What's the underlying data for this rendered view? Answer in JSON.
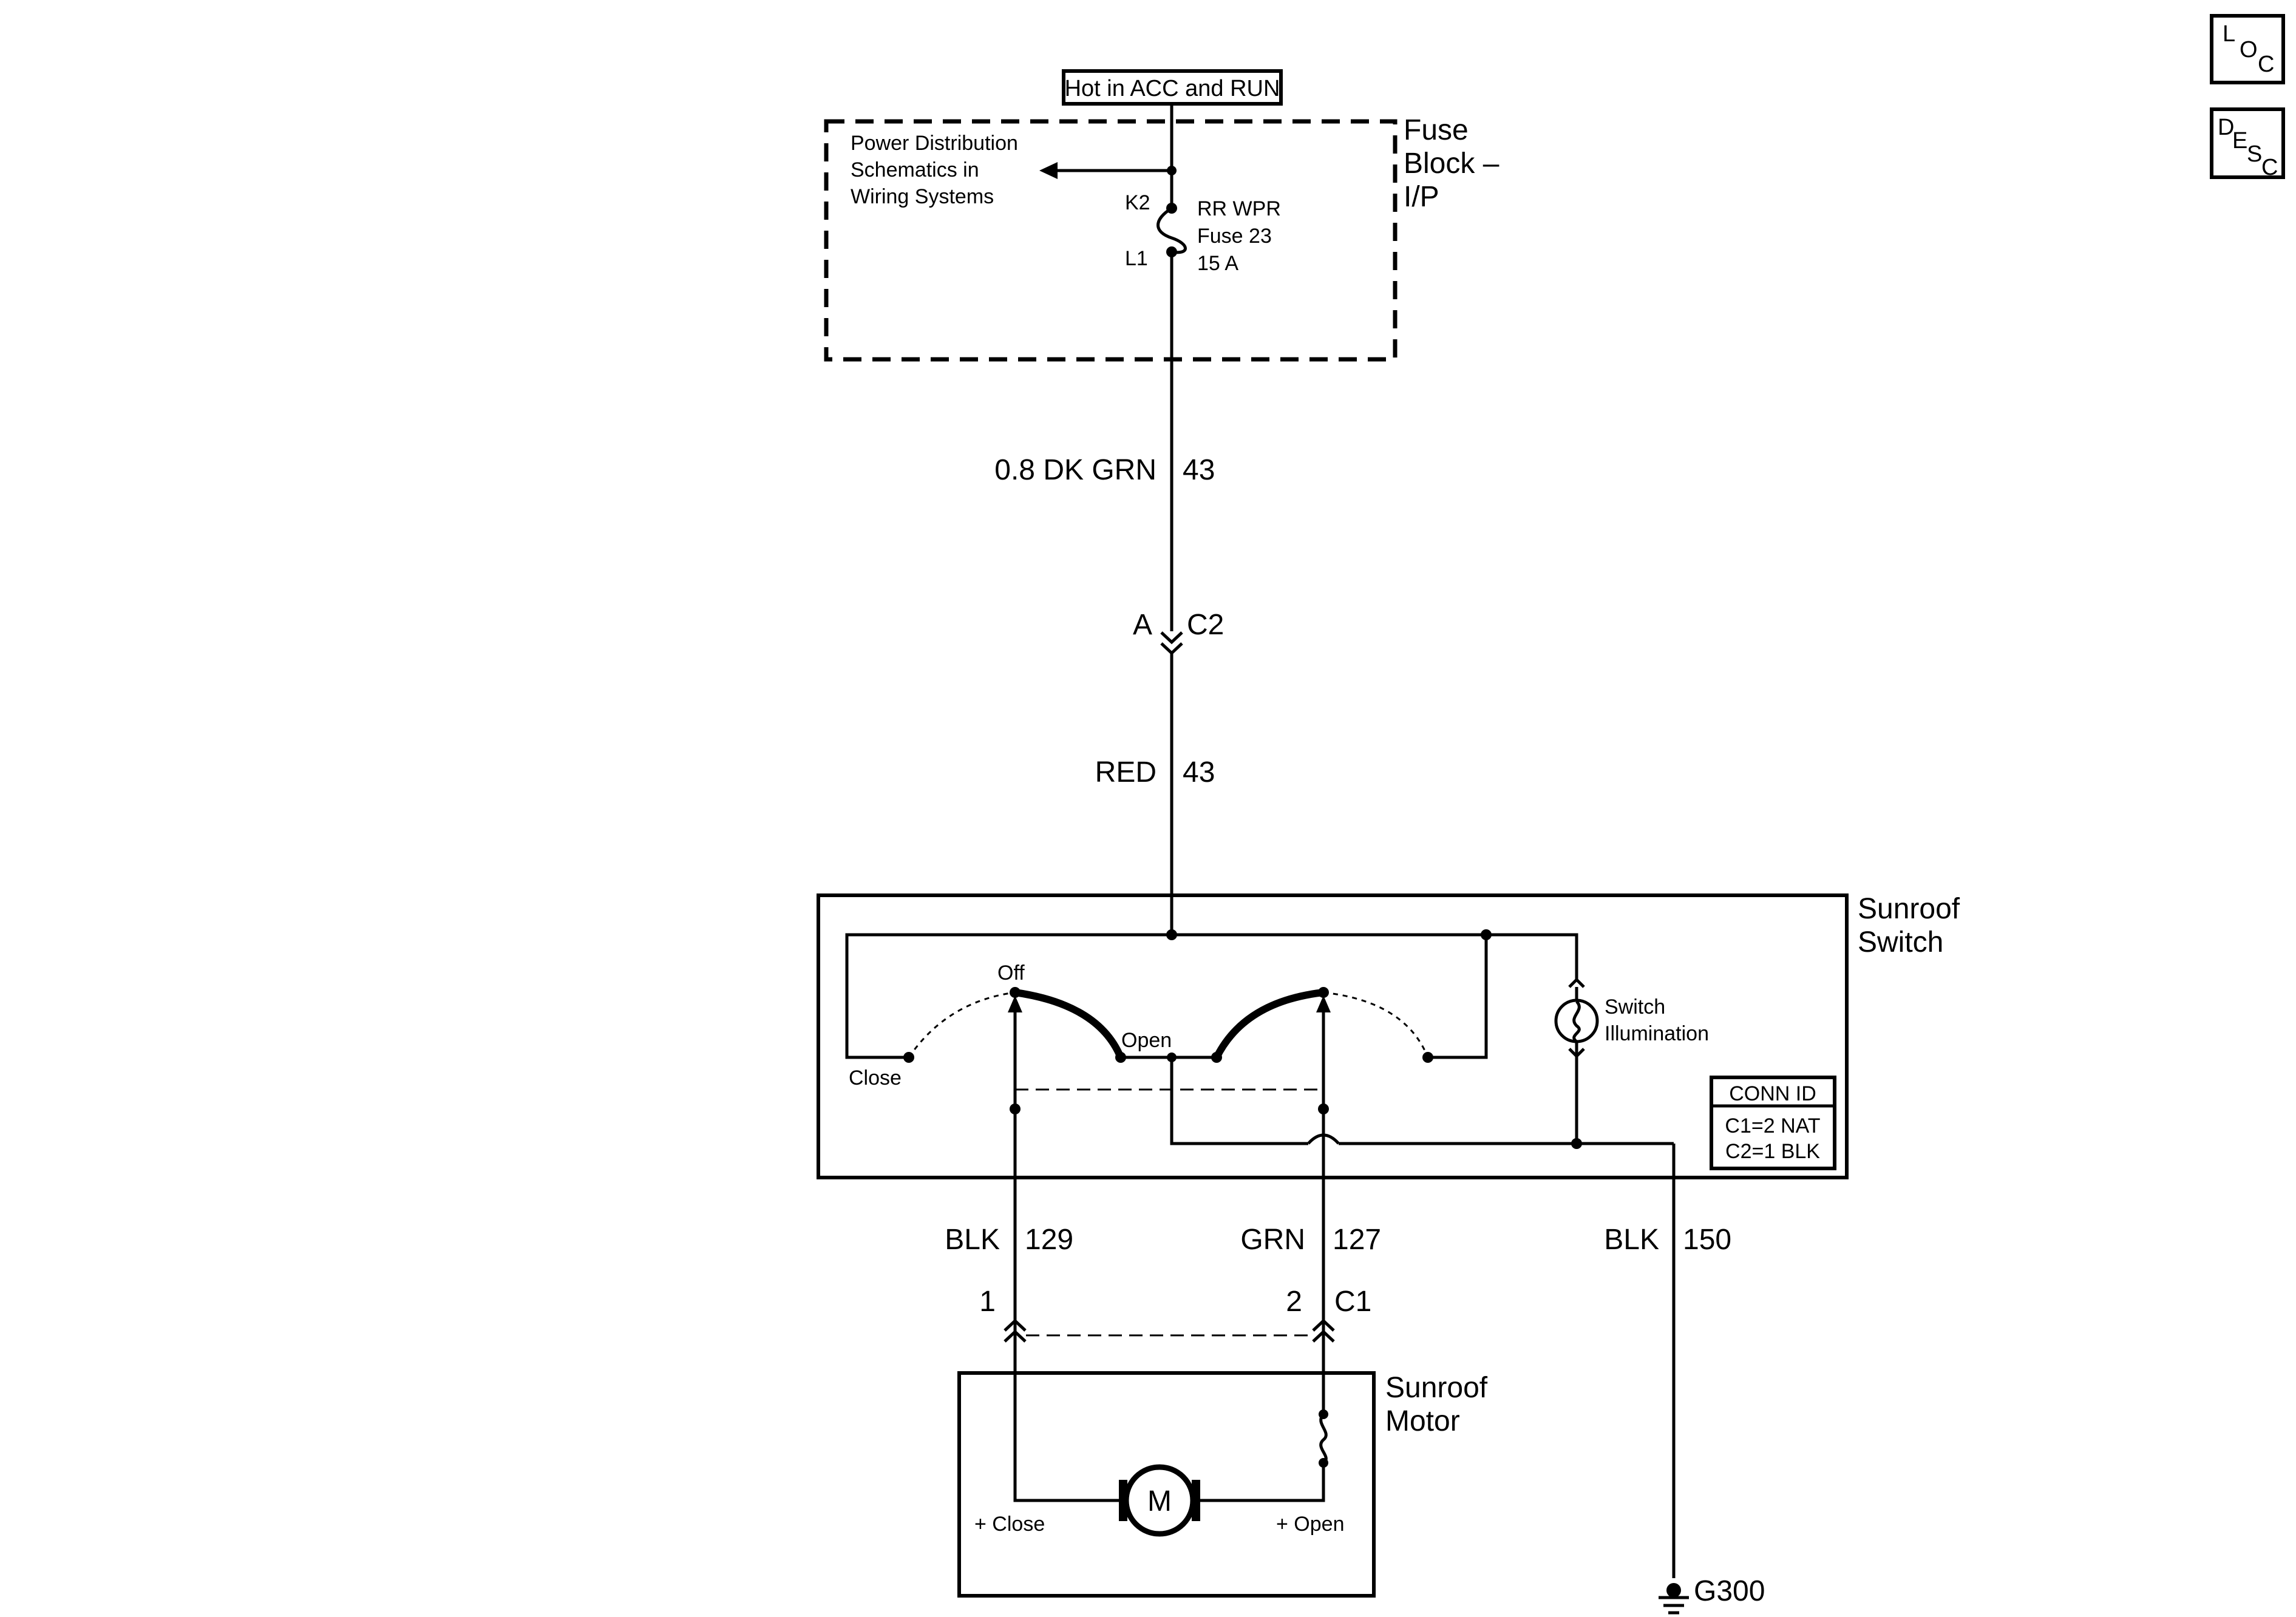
{
  "nav": {
    "loc_letters": [
      "L",
      "O",
      "C"
    ],
    "desc_letters": [
      "D",
      "E",
      "S",
      "C"
    ]
  },
  "power": {
    "hot_label": "Hot in ACC and RUN"
  },
  "fuse_block": {
    "name_line1": "Fuse",
    "name_line2": "Block –",
    "name_line3": "I/P",
    "power_dist_line1": "Power Distribution",
    "power_dist_line2": "Schematics in",
    "power_dist_line3": "Wiring Systems",
    "pin_in": "K2",
    "pin_out": "L1",
    "fuse_line1": "RR WPR",
    "fuse_line2": "Fuse 23",
    "fuse_line3": "15 A"
  },
  "wires": {
    "feed_upper_color": "0.8 DK GRN",
    "feed_upper_circuit": "43",
    "feed_lower_color": "RED",
    "feed_lower_circuit": "43",
    "close_color": "BLK",
    "close_circuit": "129",
    "open_color": "GRN",
    "open_circuit": "127",
    "ground_color": "BLK",
    "ground_circuit": "150"
  },
  "connectors": {
    "c2_pin": "A",
    "c2_name": "C2",
    "c1_pin_close": "1",
    "c1_pin_open": "2",
    "c1_name": "C1"
  },
  "switch": {
    "name_line1": "Sunroof",
    "name_line2": "Switch",
    "pos_off": "Off",
    "pos_open": "Open",
    "pos_close": "Close",
    "lamp_line1": "Switch",
    "lamp_line2": "Illumination",
    "conn_id_title": "CONN ID",
    "conn_id_c1": "C1=2 NAT",
    "conn_id_c2": "C2=1 BLK"
  },
  "motor": {
    "name_line1": "Sunroof",
    "name_line2": "Motor",
    "symbol": "M",
    "term_close": "+ Close",
    "term_open": "+ Open"
  },
  "ground": {
    "name": "G300"
  }
}
